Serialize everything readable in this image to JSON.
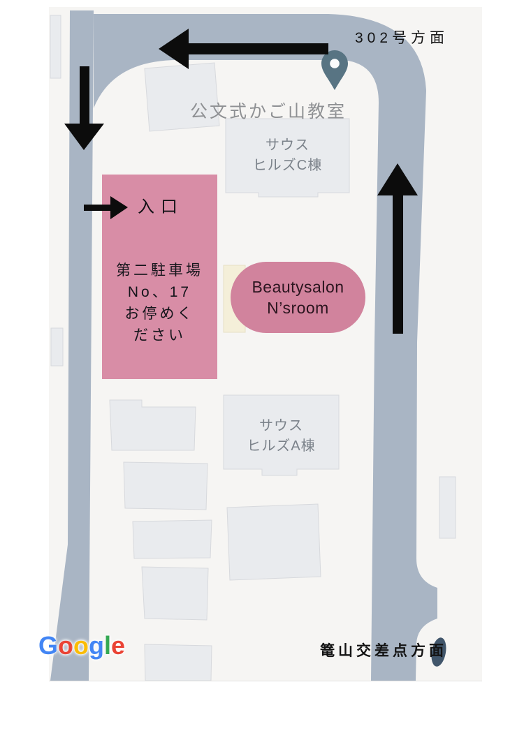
{
  "labels": {
    "route302": "302号方面",
    "kagoyama": "篭山交差点方面",
    "kumon": "公文式かご山教室",
    "hills_c_line1": "サウス",
    "hills_c_line2": "ヒルズC棟",
    "hills_a_line1": "サウス",
    "hills_a_line2": "ヒルズA棟",
    "entrance": "入口",
    "parking_line1": "第二駐車場",
    "parking_line2": "No、17",
    "parking_line3": "お停めく",
    "parking_line4": "ださい",
    "salon_line1": "Beautysalon",
    "salon_line2": "N’sroom"
  },
  "google_logo": {
    "letters": [
      {
        "ch": "G",
        "color": "#4285f4"
      },
      {
        "ch": "o",
        "color": "#ea4335"
      },
      {
        "ch": "o",
        "color": "#fbbc05"
      },
      {
        "ch": "g",
        "color": "#4285f4"
      },
      {
        "ch": "l",
        "color": "#34a853"
      },
      {
        "ch": "e",
        "color": "#ea4335"
      }
    ]
  },
  "icons": {
    "map_pin": "location-pin",
    "arrows": [
      "arrow-left",
      "arrow-down",
      "arrow-up",
      "arrow-right-entrance"
    ]
  },
  "colors": {
    "road": "#a9b5c4",
    "map_bg": "#f6f5f3",
    "building": "#e9ebee",
    "building_border": "#d7d9dd",
    "cream_building": "#f4efd9",
    "cream_border": "#e7dfc4",
    "pink_zone": "#d88da6",
    "salon_pill": "#d1839d",
    "pin": "#587483",
    "pin_hole": "#fafbfc",
    "arrow_black": "#0c0c0c",
    "teardrop": "#41566b",
    "annotation_text": "#141414",
    "poi_text": "#8e9093",
    "building_text": "#7b828a"
  }
}
